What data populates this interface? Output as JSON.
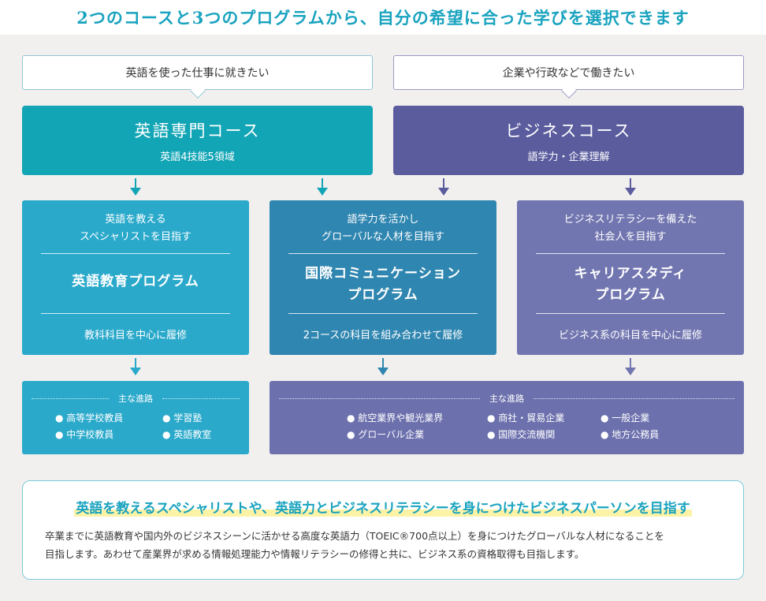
{
  "title": "2つのコースと3つのプログラムから、自分の希望に合った学びを選択できます",
  "colors": {
    "teal": "#12a5b5",
    "purple": "#5b5c9e",
    "title": "#1aa3bf"
  },
  "bubbles": {
    "left": "英語を使った仕事に就きたい",
    "right": "企業や行政などで働きたい"
  },
  "courses": {
    "english": {
      "name": "英語専門コース",
      "sub": "英語4技能5領域"
    },
    "business": {
      "name": "ビジネスコース",
      "sub": "語学力・企業理解"
    }
  },
  "programs": {
    "edu": {
      "goal1": "英語を教える",
      "goal2": "スペシャリストを目指す",
      "name1": "英語教育プログラム",
      "desc": "教科科目を中心に履修"
    },
    "intl": {
      "goal1": "語学力を活かし",
      "goal2": "グローバルな人材を目指す",
      "name1": "国際コミュニケーション",
      "name2": "プログラム",
      "desc": "2コースの科目を組み合わせて履修"
    },
    "career": {
      "goal1": "ビジネスリテラシーを備えた",
      "goal2": "社会人を目指す",
      "name1": "キャリアスタディ",
      "name2": "プログラム",
      "desc": "ビジネス系の科目を中心に履修"
    }
  },
  "careers": {
    "left": {
      "heading": "主な進路",
      "items": [
        "● 高等学校教員",
        "● 学習塾",
        "● 中学校教員",
        "● 英語教室"
      ]
    },
    "right": {
      "heading": "主な進路",
      "items": [
        "● 航空業界や観光業界",
        "● 商社・貿易企業",
        "● 一般企業",
        "● グローバル企業",
        "● 国際交流機関",
        "● 地方公務員"
      ]
    }
  },
  "bottom": {
    "headline": "英語を教えるスペシャリストや、英語力とビジネスリテラシーを身につけたビジネスパーソンを目指す",
    "body1": "卒業までに英語教育や国内外のビジネスシーンに活かせる高度な英語力（TOEIC®700点以上）を身につけたグローバルな人材になることを",
    "body2": "目指します。あわせて産業界が求める情報処理能力や情報リテラシーの修得と共に、ビジネス系の資格取得も目指します。"
  }
}
